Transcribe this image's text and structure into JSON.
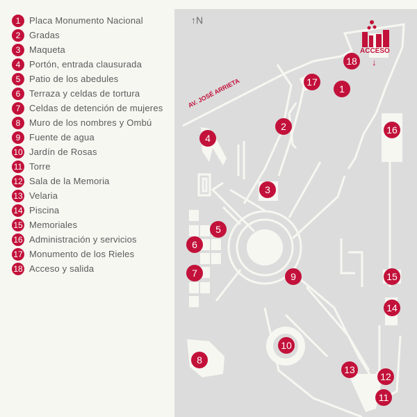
{
  "legend": [
    {
      "num": "1",
      "label": "Placa Monumento Nacional"
    },
    {
      "num": "2",
      "label": "Gradas"
    },
    {
      "num": "3",
      "label": "Maqueta"
    },
    {
      "num": "4",
      "label": "Portón, entrada clausurada"
    },
    {
      "num": "5",
      "label": "Patio de los abedules"
    },
    {
      "num": "6",
      "label": "Terraza y celdas de tortura"
    },
    {
      "num": "7",
      "label": "Celdas de detención de mujeres"
    },
    {
      "num": "8",
      "label": "Muro de los nombres y Ombú"
    },
    {
      "num": "9",
      "label": "Fuente de agua"
    },
    {
      "num": "10",
      "label": "Jardín de Rosas"
    },
    {
      "num": "11",
      "label": "Torre"
    },
    {
      "num": "12",
      "label": "Sala de la Memoria"
    },
    {
      "num": "13",
      "label": "Velaria"
    },
    {
      "num": "14",
      "label": "Piscina"
    },
    {
      "num": "15",
      "label": "Memoriales"
    },
    {
      "num": "16",
      "label": "Administración y servicios"
    },
    {
      "num": "17",
      "label": "Monumento de los Rieles"
    },
    {
      "num": "18",
      "label": "Acceso y salida"
    }
  ],
  "map": {
    "north_label": "↑N",
    "street_label": "AV. JOSÉ ARRIETA",
    "access_label": "ACCESO",
    "access_arrow": "↓"
  },
  "colors": {
    "accent": "#c2113a",
    "map_bg": "#dcdcdc",
    "paths": "#f7f7f2"
  }
}
